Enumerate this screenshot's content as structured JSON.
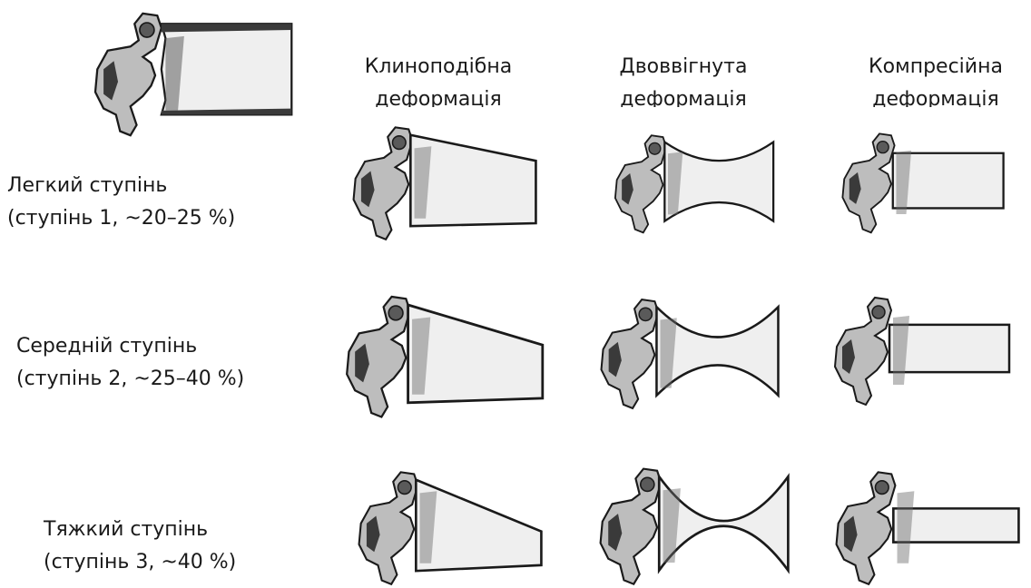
{
  "columns": [
    {
      "line1": "Клиноподібна",
      "line2": "деформація",
      "shape": "wedge"
    },
    {
      "line1": "Двоввігнута",
      "line2": "деформація",
      "shape": "biconcave"
    },
    {
      "line1": "Компресійна",
      "line2": "деформація",
      "shape": "crush"
    }
  ],
  "rows": [
    {
      "line1": "Легкий ступінь",
      "line2": "(ступінь 1, ~20–25 %)",
      "severity": 0.225
    },
    {
      "line1": "Середній ступінь",
      "line2": "(ступінь 2, ~25–40 %)",
      "severity": 0.325
    },
    {
      "line1": "Тяжкий ступінь",
      "line2": "(ступінь 3, ~40 %)",
      "severity": 0.45
    }
  ],
  "colors": {
    "bone_fill": "#efefef",
    "bone_stroke": "#1a1a1a",
    "shade": "#3a3a3a"
  }
}
